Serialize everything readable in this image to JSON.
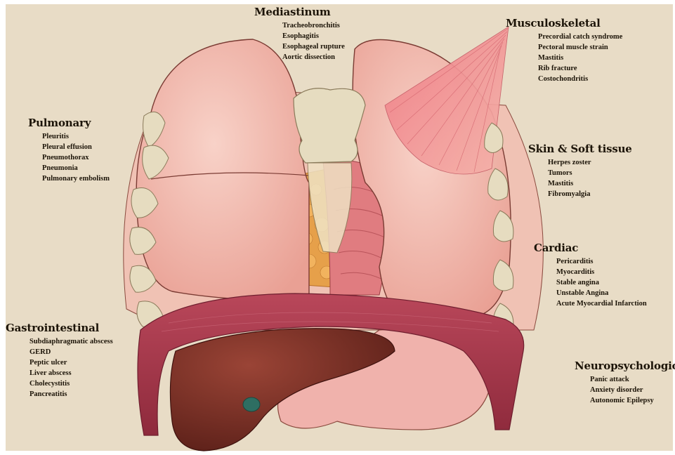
{
  "groups": {
    "mediastinum": {
      "title": "Mediastinum",
      "items": [
        "Tracheobronchitis",
        "Esophagitis",
        "Esophageal rupture",
        "Aortic dissection"
      ]
    },
    "musculoskeletal": {
      "title": "Musculoskeletal",
      "items": [
        "Precordial catch syndrome",
        "Pectoral muscle strain",
        "Mastitis",
        "Rib fracture",
        "Costochondritis"
      ]
    },
    "pulmonary": {
      "title": "Pulmonary",
      "items": [
        "Pleuritis",
        "Pleural effusion",
        "Pneumothorax",
        "Pneumonia",
        "Pulmonary embolism"
      ]
    },
    "skin": {
      "title": "Skin & Soft tissue",
      "items": [
        "Herpes zoster",
        "Tumors",
        "Mastitis",
        "Fibromyalgia"
      ]
    },
    "cardiac": {
      "title": "Cardiac",
      "items": [
        "Pericarditis",
        "Myocarditis",
        "Stable angina",
        "Unstable Angina",
        "Acute Myocardial Infarction"
      ]
    },
    "gastrointestinal": {
      "title": "Gastrointestinal",
      "items": [
        "Subdiaphragmatic abscess",
        "GERD",
        "Peptic ulcer",
        "Liver abscess",
        "Cholecystitis",
        "Pancreatitis"
      ]
    },
    "neuropsychological": {
      "title": "Neuropsychological",
      "items": [
        "Panic attack",
        "Anxiety disorder",
        "Autonomic Epilepsy"
      ]
    }
  },
  "colors": {
    "background": "#e8dcc6",
    "lung": "#f2b8ad",
    "lung_outline": "#7a3b33",
    "bone": "#e6dcc0",
    "diaphragm": "#a8354a",
    "liver": "#6e2a22",
    "pectoral_muscle": "#e88a8e",
    "fat": "#e6a04a",
    "gallbladder": "#2e6e62"
  }
}
